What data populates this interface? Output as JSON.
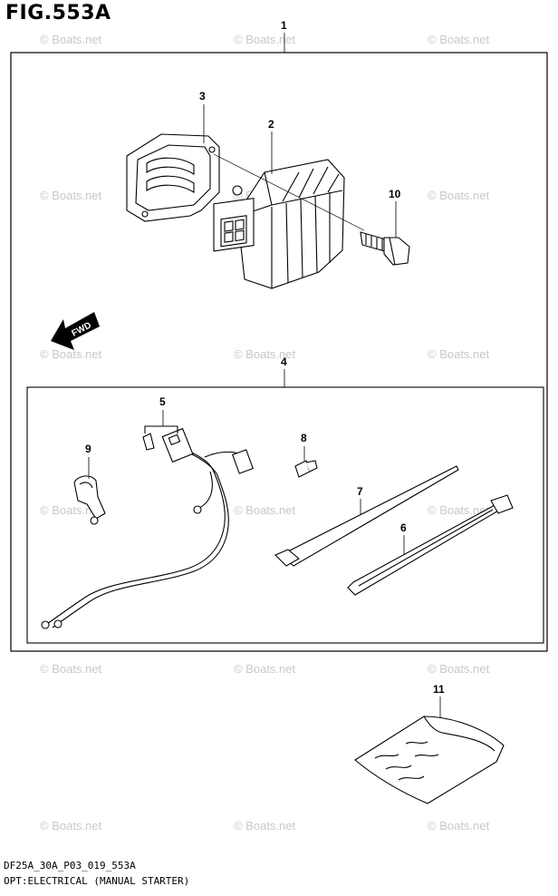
{
  "figure": {
    "title": "FIG.553A",
    "code": "DF25A_30A_P03_019_553A",
    "description": "OPT:ELECTRICAL (MANUAL STARTER)"
  },
  "watermark": "© Boats.net",
  "direction_label": "FWD",
  "callouts": {
    "c1": "1",
    "c2": "2",
    "c3": "3",
    "c4": "4",
    "c5": "5",
    "c6": "6",
    "c7": "7",
    "c8": "8",
    "c9": "9",
    "c10": "10",
    "c11": "11"
  }
}
